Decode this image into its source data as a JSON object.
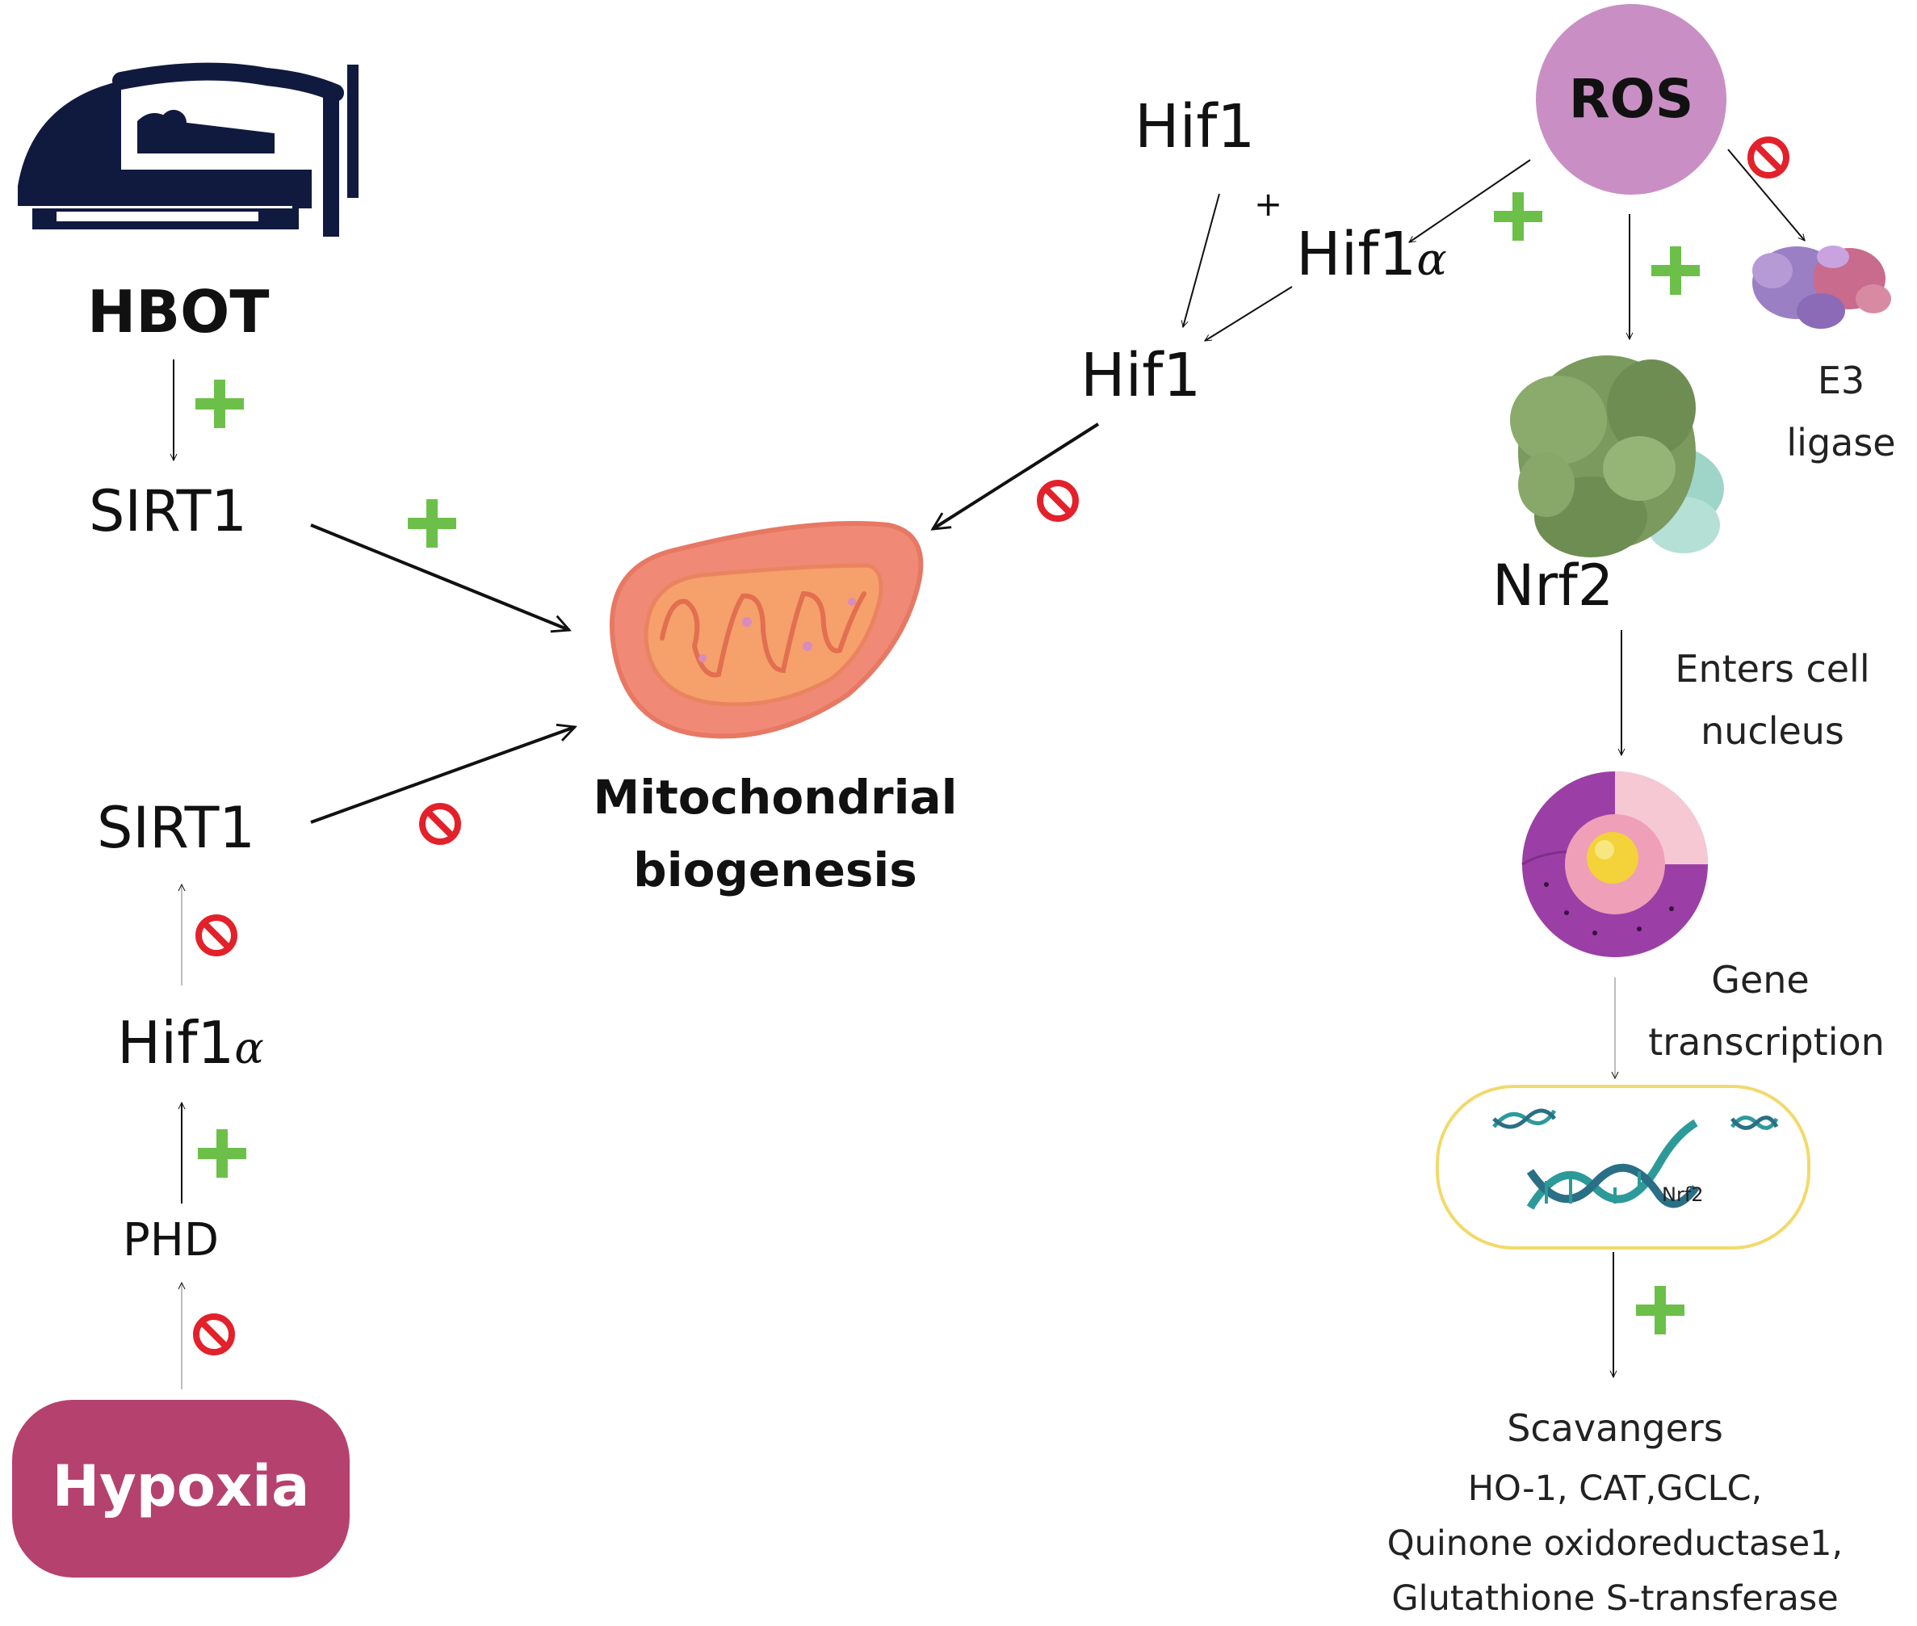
{
  "nodes": {
    "hbot": "HBOT",
    "sirt1_top": "SIRT1",
    "sirt1_bottom": "SIRT1",
    "hif1a_left": "Hif1",
    "phd": "PHD",
    "hypoxia": "Hypoxia",
    "mito": [
      "Mitochondrial",
      "biogenesis"
    ],
    "hif1_top": "Hif1",
    "hif1_mid": "Hif1",
    "hif1a_right": "Hif1",
    "alpha": "α",
    "ros": "ROS",
    "e3": [
      "E3",
      "ligase"
    ],
    "nrf2": "Nrf2",
    "nrf2_dna": "Nrf2",
    "plus_join": "+",
    "enters": [
      "Enters cell",
      "nucleus"
    ],
    "gene": [
      "Gene",
      "transcription"
    ],
    "scavengers": [
      "Scavangers",
      "HO-1, CAT,GCLC,",
      "Quinone oxidoreductase1,",
      "Glutathione S-transferase"
    ]
  },
  "colors": {
    "plus": "#6cc04a",
    "inhibit": "#e3212b",
    "hypoxia_fill": "#b5416e",
    "ros_fill": "#c98fc4",
    "hbot_icon": "#101a3f",
    "mito_outer": "#f08a76",
    "mito_inner": "#f6a06c",
    "nucleus_outer": "#9b3fa6",
    "nucleus_core": "#f3d23a",
    "dna_box_border": "#f2d96b",
    "dna": "#2d9a9a"
  },
  "icons": [
    "hbot-chamber-icon",
    "mitochondrion-icon",
    "nrf2-protein-icon",
    "e3-ligase-protein-icon",
    "cell-nucleus-icon",
    "dna-box-icon"
  ]
}
